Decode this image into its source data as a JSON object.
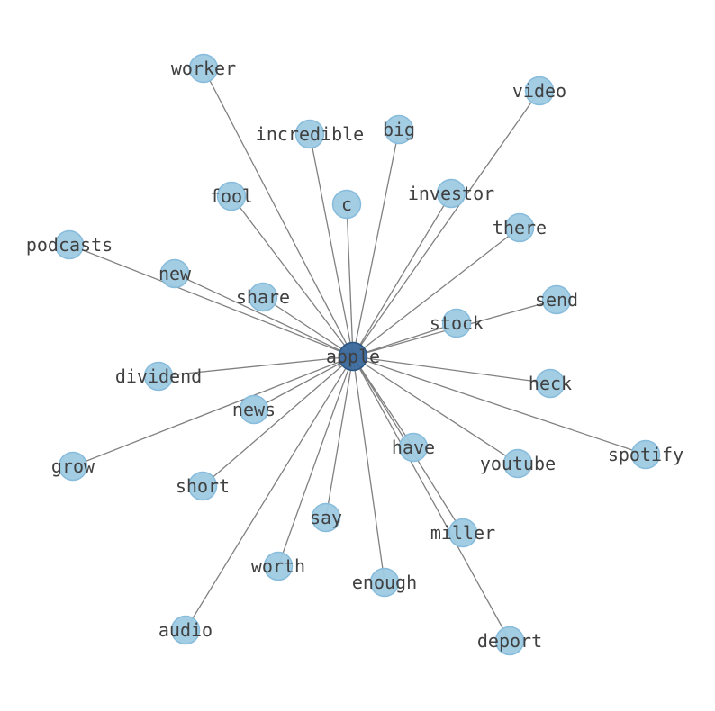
{
  "graph": {
    "center": "apple",
    "colors": {
      "node": "#9ecae1",
      "center_node": "#3b6a9e",
      "edge": "#808080",
      "label": "#404040"
    },
    "nodes": [
      "worker",
      "video",
      "incredible",
      "big",
      "c",
      "fool",
      "investor",
      "there",
      "podcasts",
      "new",
      "share",
      "send",
      "stock",
      "dividend",
      "heck",
      "news",
      "have",
      "youtube",
      "spotify",
      "grow",
      "short",
      "say",
      "miller",
      "worth",
      "enough",
      "audio",
      "deport"
    ]
  }
}
